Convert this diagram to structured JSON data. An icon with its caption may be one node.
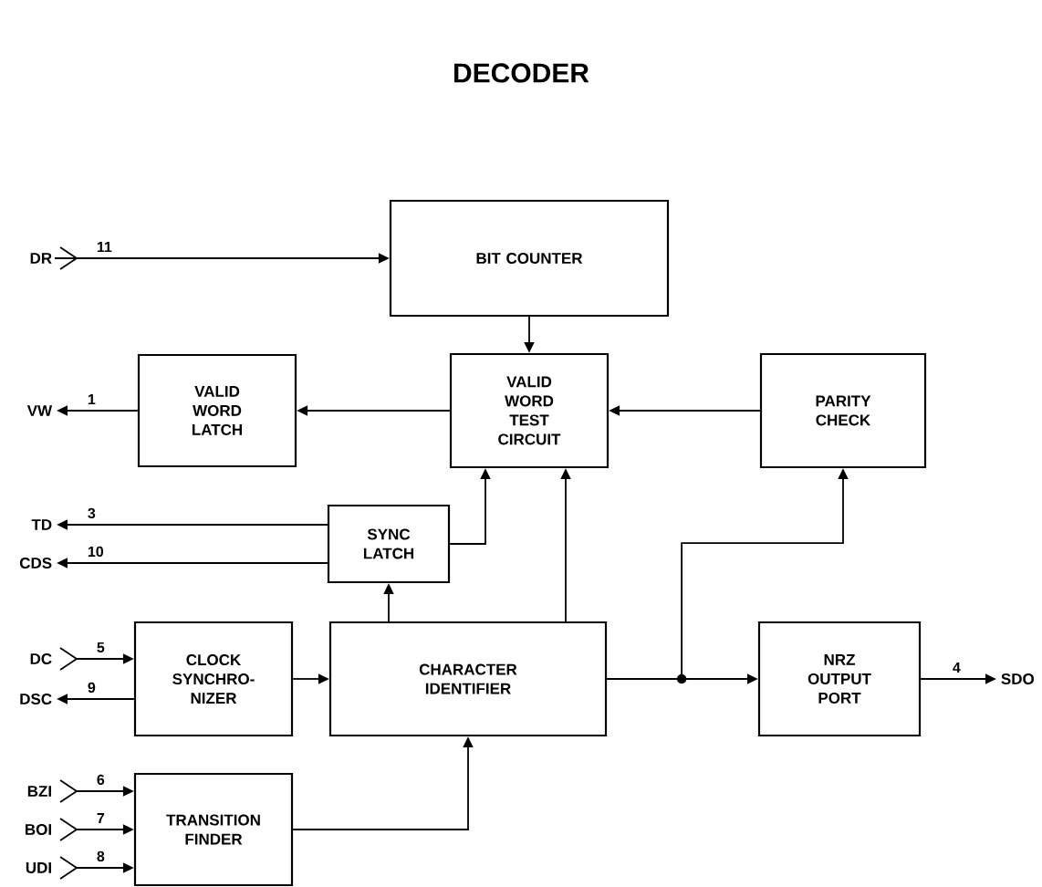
{
  "diagram": {
    "title": "DECODER",
    "nodes": [
      {
        "text": [
          "BIT COUNTER"
        ]
      },
      {
        "text": [
          "VALID WORD LATCH"
        ]
      },
      {
        "text": [
          "VALID WORD TEST CIRCUIT"
        ]
      },
      {
        "text": [
          "PARITY CHECK"
        ]
      },
      {
        "text": [
          "SYNC LATCH"
        ]
      },
      {
        "text": [
          "CLOCK SYNCHRO- NIZER"
        ]
      },
      {
        "text": [
          "CHARACTER IDENTIFIER"
        ]
      },
      {
        "text": [
          "NRZ OUTPUT PORT"
        ]
      },
      {
        "text": [
          "TRANSITION FINDER"
        ]
      },
      {
        "text": [
          "DR"
        ]
      },
      {
        "text": [
          "VW"
        ]
      },
      {
        "text": [
          "TD"
        ]
      },
      {
        "text": [
          "CDS"
        ]
      },
      {
        "text": [
          "DC"
        ]
      },
      {
        "text": [
          "DSC"
        ]
      },
      {
        "text": [
          "SDO"
        ]
      },
      {
        "text": [
          "BZI"
        ]
      },
      {
        "text": [
          "BOI"
        ]
      },
      {
        "text": [
          "UDI"
        ]
      }
    ],
    "edges": [
      {
        "from": 9,
        "to": 0,
        "arrow": "to",
        "label": "11"
      },
      {
        "from": 0,
        "to": 2,
        "arrow": "to"
      },
      {
        "from": 2,
        "to": 1,
        "arrow": "to"
      },
      {
        "from": 1,
        "to": 10,
        "arrow": "to",
        "label": "1"
      },
      {
        "from": 3,
        "to": 2,
        "arrow": "to"
      },
      {
        "from": 4,
        "to": 2,
        "arrow": "to"
      },
      {
        "from": 6,
        "to": 2,
        "arrow": "to"
      },
      {
        "from": 4,
        "to": 11,
        "arrow": "to",
        "label": "3"
      },
      {
        "from": 4,
        "to": 12,
        "arrow": "to",
        "label": "10"
      },
      {
        "from": 6,
        "to": 4,
        "arrow": "to"
      },
      {
        "from": 13,
        "to": 5,
        "arrow": "to",
        "label": "5"
      },
      {
        "from": 5,
        "to": 14,
        "arrow": "to",
        "label": "9"
      },
      {
        "from": 5,
        "to": 6,
        "arrow": "to"
      },
      {
        "from": 6,
        "to": 7,
        "arrow": "to"
      },
      {
        "from": 6,
        "to": 3,
        "arrow": "to"
      },
      {
        "from": 7,
        "to": 15,
        "arrow": "to",
        "label": "4"
      },
      {
        "from": 16,
        "to": 8,
        "arrow": "to",
        "label": "6"
      },
      {
        "from": 17,
        "to": 8,
        "arrow": "to",
        "label": "7"
      },
      {
        "from": 18,
        "to": 8,
        "arrow": "to",
        "label": "8"
      },
      {
        "from": 8,
        "to": 6,
        "arrow": "to"
      }
    ]
  }
}
